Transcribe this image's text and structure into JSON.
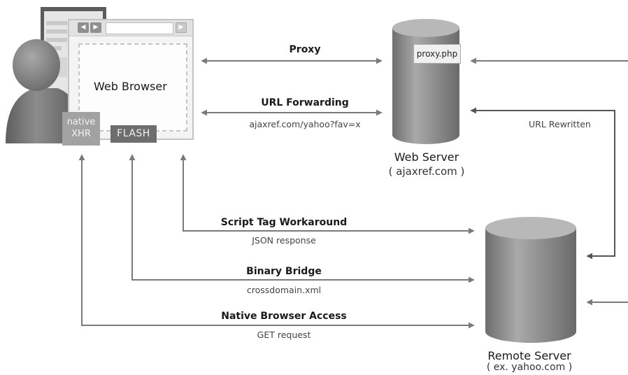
{
  "browser": {
    "label": "Web Browser",
    "native_line1": "native",
    "native_line2": "XHR",
    "flash": "FLASH"
  },
  "web_server": {
    "title": "Web Server",
    "subtitle": "( ajaxref.com )",
    "file": "proxy.php"
  },
  "remote_server": {
    "title": "Remote Server",
    "subtitle": "( ex. yahoo.com )"
  },
  "links": {
    "proxy": "Proxy",
    "url_forwarding": "URL Forwarding",
    "url_forwarding_sub": "ajaxref.com/yahoo?fav=x",
    "url_rewritten": "URL Rewritten",
    "script_tag": "Script Tag Workaround",
    "script_tag_sub": "JSON response",
    "binary_bridge": "Binary Bridge",
    "binary_bridge_sub": "crossdomain.xml",
    "native_access": "Native Browser Access",
    "native_access_sub": "GET request"
  },
  "colors": {
    "arrow": "#7a7a7a",
    "cylinder": "#8e8e8e",
    "person": "#7a7a7a"
  }
}
